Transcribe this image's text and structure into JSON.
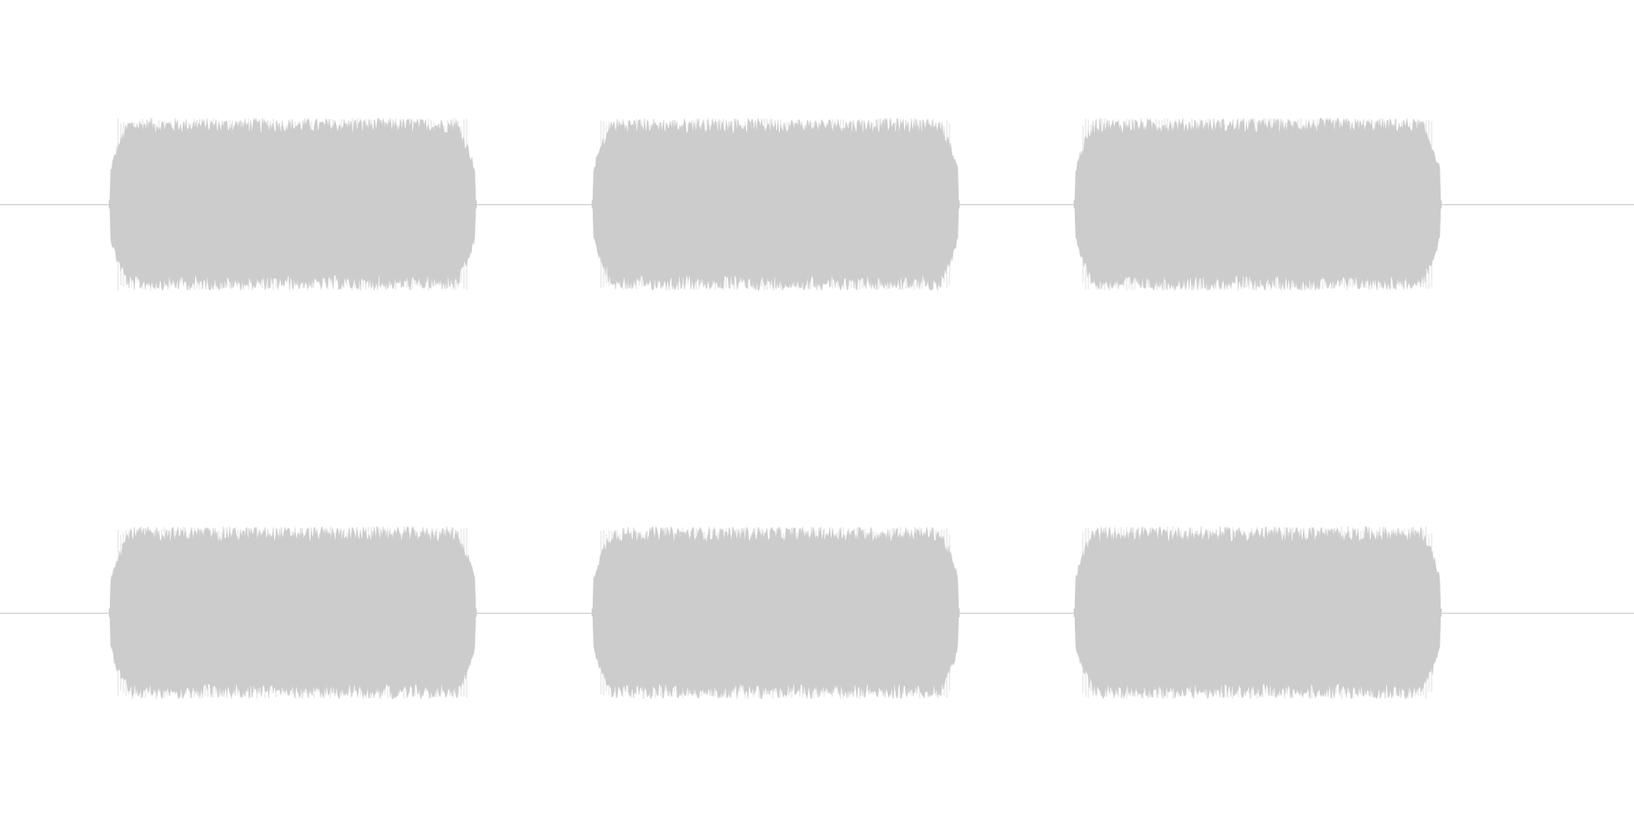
{
  "colors": {
    "background": "#ffffff",
    "waveform": "#cccccc",
    "baseline": "#cccccc"
  },
  "waveform": {
    "channels": 2,
    "bursts_per_channel": 3,
    "amplitude": 0.95
  }
}
